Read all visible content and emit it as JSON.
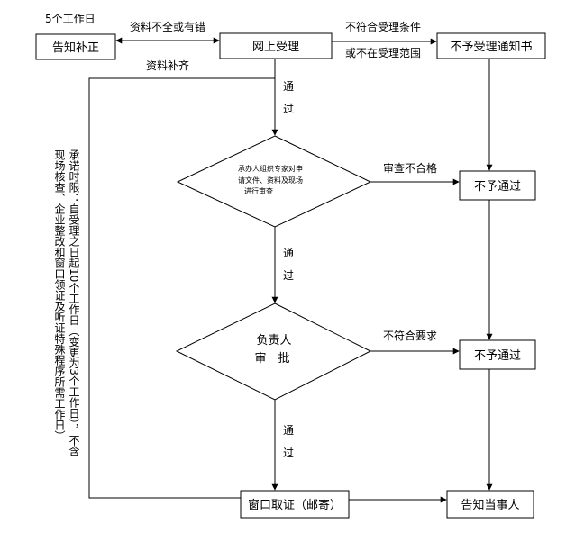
{
  "nodes": {
    "notice_supplement": "告知补正",
    "online_accept": "网上受理",
    "not_accept_notice": "不予受理通知书",
    "review": [
      "承办人组织专家对申",
      "请文件、资料及现场",
      "进行审查"
    ],
    "approve_line1": "负责人",
    "approve_line2": "审　批",
    "reject1": "不予通过",
    "reject2": "不予通过",
    "window_cert": "窗口取证（邮寄）",
    "notify_party": "告知当事人"
  },
  "labels": {
    "five_days": "5个工作日",
    "incomplete": "资料不全或有错",
    "supplement": "资料补齐",
    "not_meet_cond": "不符合受理条件",
    "not_in_scope": "或不在受理范围",
    "pass": "通",
    "pass2": "过",
    "review_fail": "审查不合格",
    "not_meet_req": "不符合要求"
  },
  "side_note": {
    "col1": "承诺时限：自受理之日起10个工作日（变更为3个工作",
    "col2": "日），不含现场核查、企业整改和窗口领证及听证特殊程",
    "col3": "序所需工作日）"
  }
}
